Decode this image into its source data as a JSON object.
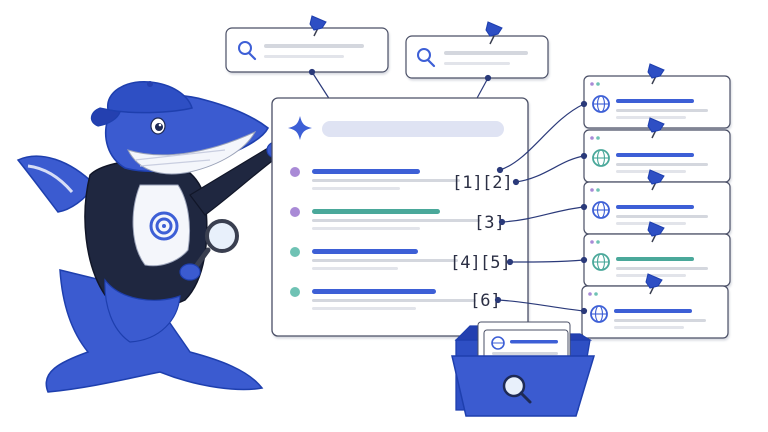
{
  "colors": {
    "brand_blue": "#3d5fd6",
    "dark_blue": "#1e3fae",
    "navy_hoodie": "#1f2740",
    "teal": "#4aa89a",
    "purple_dot": "#a98ad6",
    "gray_line": "#d4d7de",
    "card_border": "#4a4f66",
    "search_bar_fill": "#dfe3f3"
  },
  "icons": {
    "search": "search-icon",
    "sparkle": "sparkle-icon",
    "globe": "globe-icon",
    "pin": "pushpin-icon",
    "magnifier": "magnifying-glass-icon",
    "folder": "folder-icon"
  },
  "answer": {
    "citations": [
      {
        "label": "[1]"
      },
      {
        "label": "[2]"
      },
      {
        "label": "[3]"
      },
      {
        "label": "[4]"
      },
      {
        "label": "[5]"
      },
      {
        "label": "[6]"
      }
    ],
    "rows": [
      {
        "dot_color": "#a98ad6",
        "bar_color": "#3d5fd6"
      },
      {
        "dot_color": "#a98ad6",
        "bar_color": "#4aa89a"
      },
      {
        "dot_color": "#6fc2b4",
        "bar_color": "#3d5fd6"
      },
      {
        "dot_color": "#6fc2b4",
        "bar_color": "#3d5fd6"
      }
    ]
  },
  "sources": [
    {
      "globe_color": "#3d5fd6",
      "bar_color": "#3d5fd6"
    },
    {
      "globe_color": "#4aa89a",
      "bar_color": "#3d5fd6"
    },
    {
      "globe_color": "#3d5fd6",
      "bar_color": "#3d5fd6"
    },
    {
      "globe_color": "#4aa89a",
      "bar_color": "#4aa89a"
    },
    {
      "globe_color": "#3d5fd6",
      "bar_color": "#3d5fd6"
    }
  ]
}
